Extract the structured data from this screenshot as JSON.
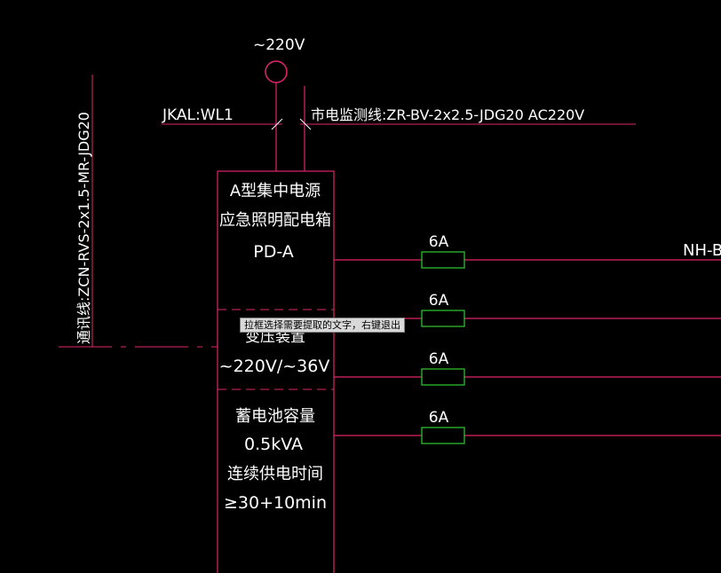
{
  "diagram": {
    "source_voltage": "~220V",
    "jkal_label": "JKAL:WL1",
    "monitor_line_label": "市电监测线:ZR-BV-2x2.5-JDG20 AC220V",
    "comm_line_label": "通讯线:ZCN-RVS-2x1.5-MR-JDG20",
    "panel": {
      "title_line1": "A型集中电源",
      "title_line2": "应急照明配电箱",
      "model": "PD-A",
      "transformer_label": "变压装置",
      "transformer_ratio": "~220V/~36V",
      "battery_label": "蓄电池容量",
      "battery_capacity": "0.5kVA",
      "supply_time_label": "连续供电时间",
      "supply_time": "≥30+10min"
    },
    "breakers": [
      "6A",
      "6A",
      "6A",
      "6A"
    ],
    "outgoing_circuit": "NH-B"
  },
  "tooltip": {
    "text": "拉框选择需要提取的文字，右键退出"
  },
  "colors": {
    "background": "#000000",
    "lines": "#e0266a",
    "breaker": "#33cc33",
    "text": "#ffffff"
  }
}
